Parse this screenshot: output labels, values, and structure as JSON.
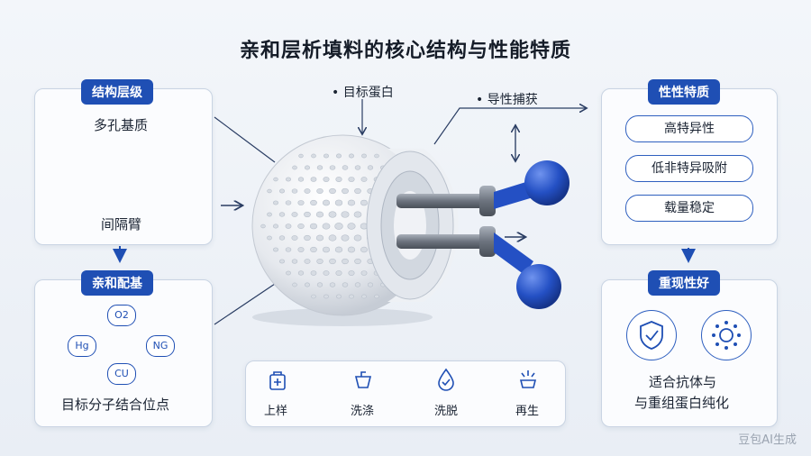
{
  "title": "亲和层析填料的核心结构与性能特质",
  "left_top": {
    "header": "结构层级",
    "label_top": "多孔基质",
    "label_bottom": "间隔臂"
  },
  "left_bottom": {
    "header": "亲和配基",
    "nodes": [
      "O2",
      "Hg",
      "NG",
      "CU"
    ],
    "caption": "目标分子结合位点"
  },
  "center": {
    "callout_target": "目标蛋白",
    "callout_capture": "导性捕获"
  },
  "process": {
    "steps": [
      "上样",
      "洗涤",
      "洗脱",
      "再生"
    ]
  },
  "right_top": {
    "header": "性性特质",
    "items": [
      "高特异性",
      "低非特异吸附",
      "载量稳定"
    ]
  },
  "right_bottom": {
    "header": "重现性好",
    "caption_line1": "适合抗体与",
    "caption_line2": "与重组蛋白纯化"
  },
  "watermark": "豆包AI生成",
  "colors": {
    "accent": "#1f4fb4",
    "ball_blue": "#2a55c9",
    "sphere": "#f2f4f7"
  }
}
